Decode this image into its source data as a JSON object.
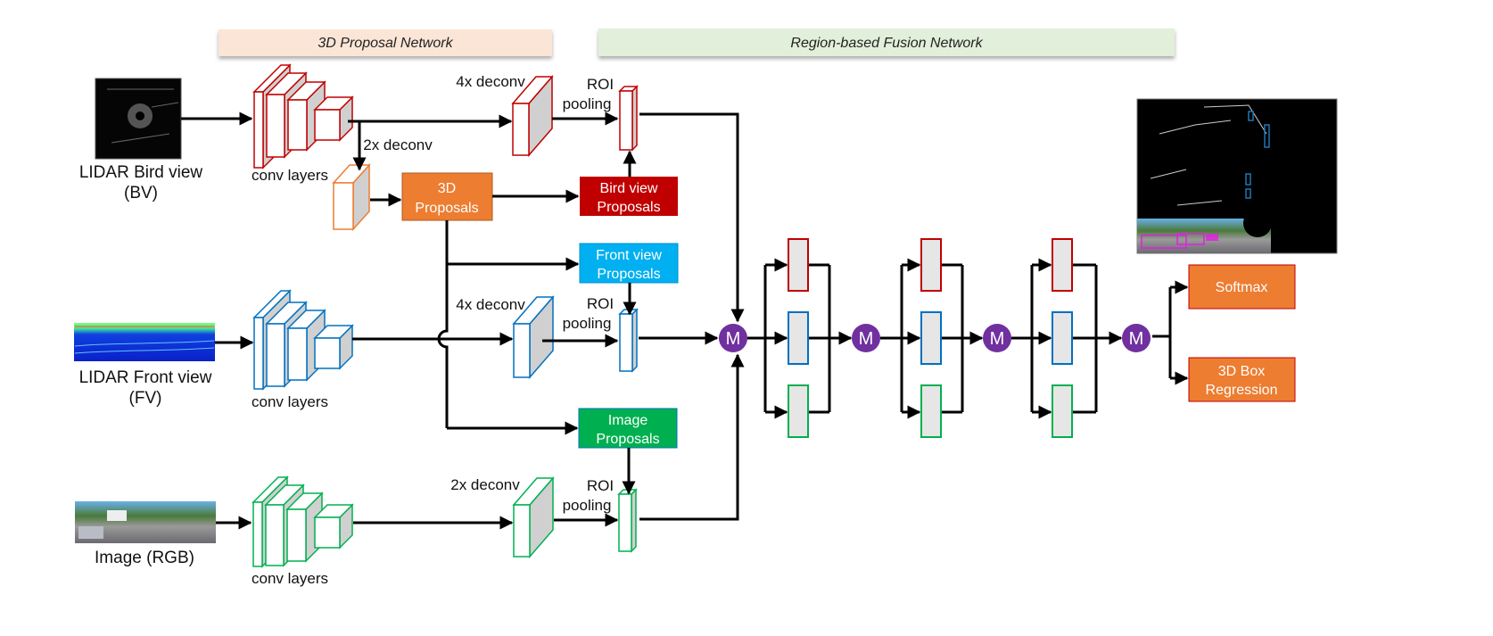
{
  "headers": {
    "proposal_network": "3D Proposal Network",
    "fusion_network": "Region-based Fusion Network"
  },
  "inputs": {
    "bird_view": {
      "line1": "LIDAR Bird view",
      "line2": "(BV)"
    },
    "front_view": {
      "line1": "LIDAR Front view",
      "line2": "(FV)"
    },
    "image": {
      "line1": "Image (RGB)"
    }
  },
  "labels": {
    "conv_layers": "conv layers",
    "deconv_4x": "4x deconv",
    "deconv_2x": "2x deconv",
    "roi_line1": "ROI",
    "roi_line2": "pooling"
  },
  "proposals": {
    "p3d": {
      "line1": "3D",
      "line2": "Proposals"
    },
    "bird": {
      "line1": "Bird view",
      "line2": "Proposals"
    },
    "front": {
      "line1": "Front view",
      "line2": "Proposals"
    },
    "image": {
      "line1": "Image",
      "line2": "Proposals"
    }
  },
  "fusion": {
    "merge_symbol": "M",
    "merge_count": 4,
    "layer_groups": 3
  },
  "outputs": {
    "softmax": "Softmax",
    "box_line1": "3D Box",
    "box_line2": "Regression"
  },
  "colors": {
    "bird_red": "#c00000",
    "front_blue": "#0070c0",
    "image_green": "#00b050",
    "proposal_orange": "#ed7d31",
    "front_box_cyan": "#00b0f0",
    "merge_purple": "#7030a0",
    "header_peach": "#fbe5d6",
    "header_green": "#e2efda",
    "layer_gray": "#e7e6e6"
  }
}
